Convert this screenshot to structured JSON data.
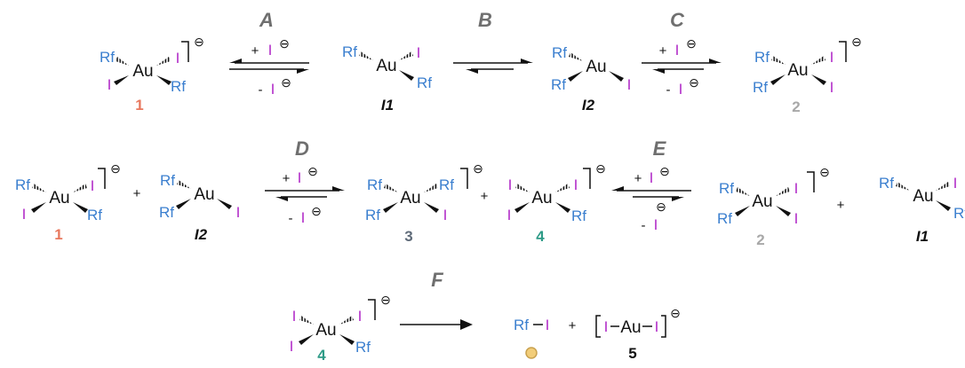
{
  "atoms": {
    "gold": "Au",
    "rf": "Rf",
    "iodine": "I",
    "neg": "⊖",
    "plus": "+",
    "bond": "−"
  },
  "conditions": {
    "add": "+",
    "remove": "-"
  },
  "steps": {
    "a": "A",
    "b": "B",
    "c": "C",
    "d": "D",
    "e": "E",
    "f": "F"
  },
  "labels": {
    "c1": "1",
    "i1": "I1",
    "i2": "I2",
    "c2": "2",
    "c3": "3",
    "c4": "4",
    "c5": "5"
  },
  "colors": {
    "rf": "#3b7fcf",
    "iodine": "#b12cc8",
    "label_1": "#e8785e",
    "label_2": "#a8a8a8",
    "label_3": "#5e6a78",
    "label_4": "#2e9b87",
    "step_letter": "#6f6f6f",
    "circle_fill": "#f2cd79",
    "circle_stroke": "#c9a14e"
  }
}
